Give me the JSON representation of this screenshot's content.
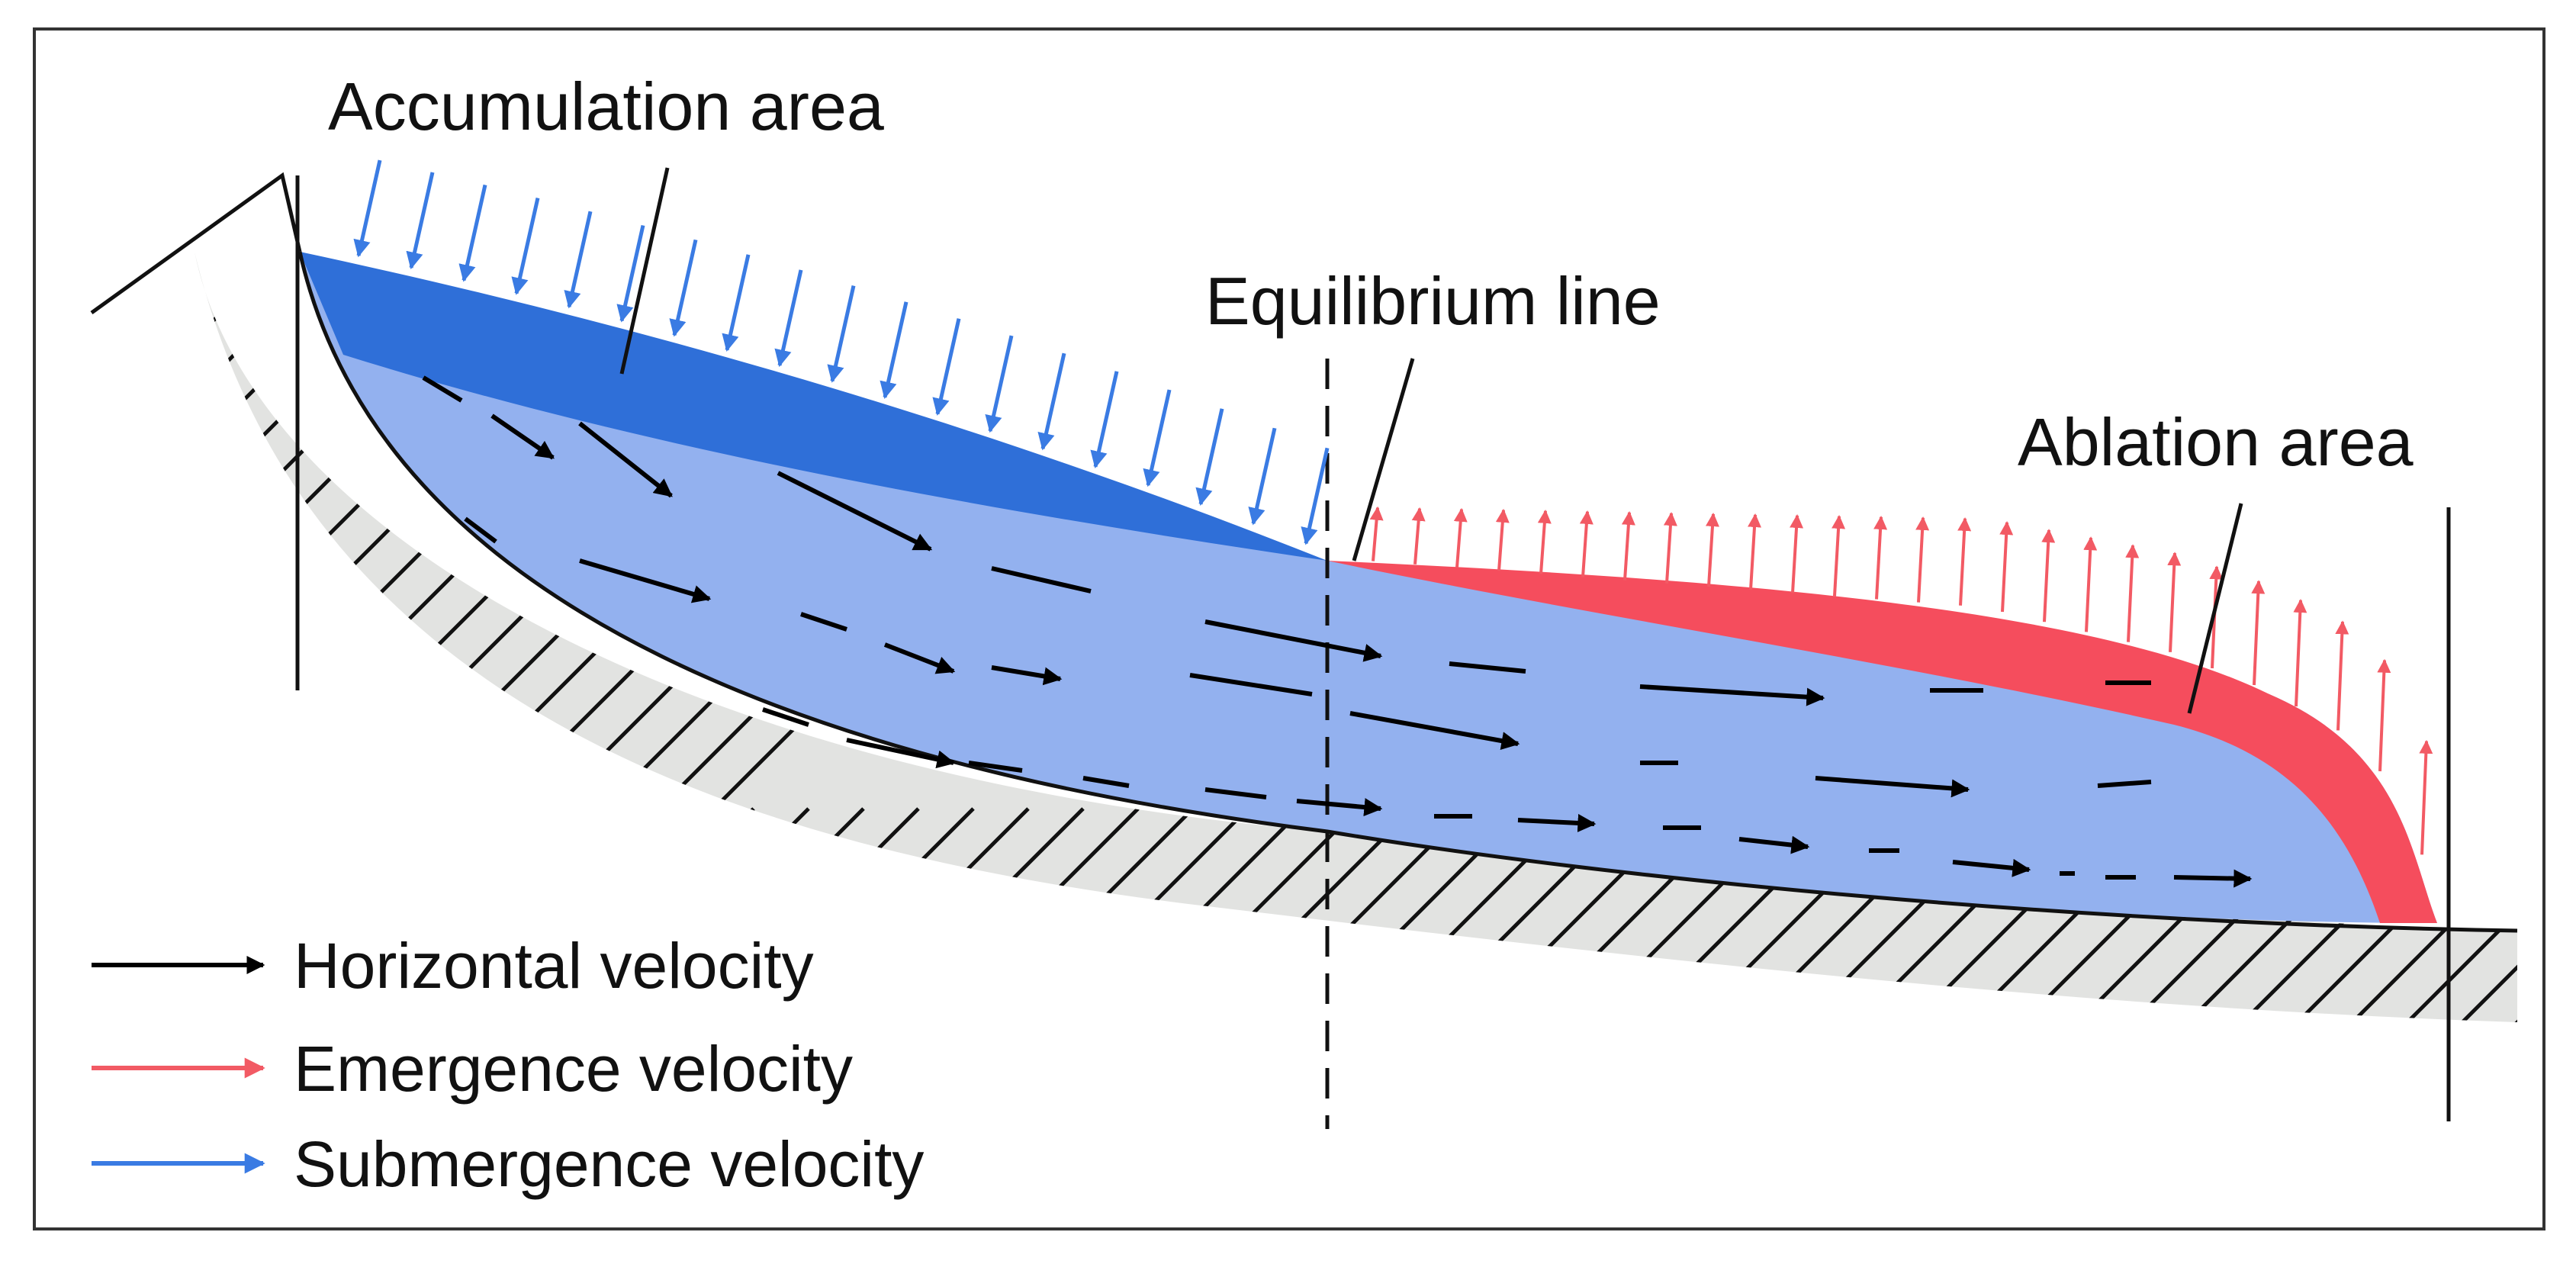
{
  "labels": {
    "accumulation_area": "Accumulation area",
    "equilibrium_line": "Equilibrium line",
    "ablation_area": "Ablation area"
  },
  "legend": [
    {
      "name": "horizontal",
      "label": "Horizontal velocity",
      "color": "#000000"
    },
    {
      "name": "emergence",
      "label": "Emergence velocity",
      "color": "#f25a64"
    },
    {
      "name": "submergence",
      "label": "Submergence velocity",
      "color": "#3a7be3"
    }
  ],
  "colors": {
    "bedrock": "#e2e3e1",
    "glacier_ice": "#93b1ef",
    "accumulation_layer": "#2f6fd8",
    "ablation_layer": "#f54d5d",
    "submergence_arrow": "#3a7be3",
    "emergence_arrow": "#f25a64",
    "horizontal_arrow": "#000000"
  },
  "icons": {
    "submergence": "arrow-down-icon",
    "emergence": "arrow-up-icon",
    "horizontal": "arrow-right-icon"
  }
}
